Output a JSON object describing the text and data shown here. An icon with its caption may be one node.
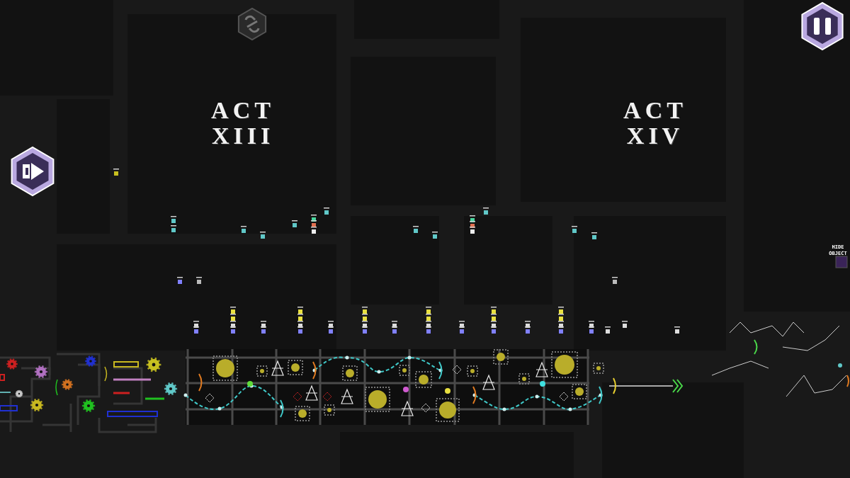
{
  "diagram": {
    "labels": [
      "ACT XIII",
      "ACT XIV",
      "HIDE OBJECT"
    ]
  }
}
